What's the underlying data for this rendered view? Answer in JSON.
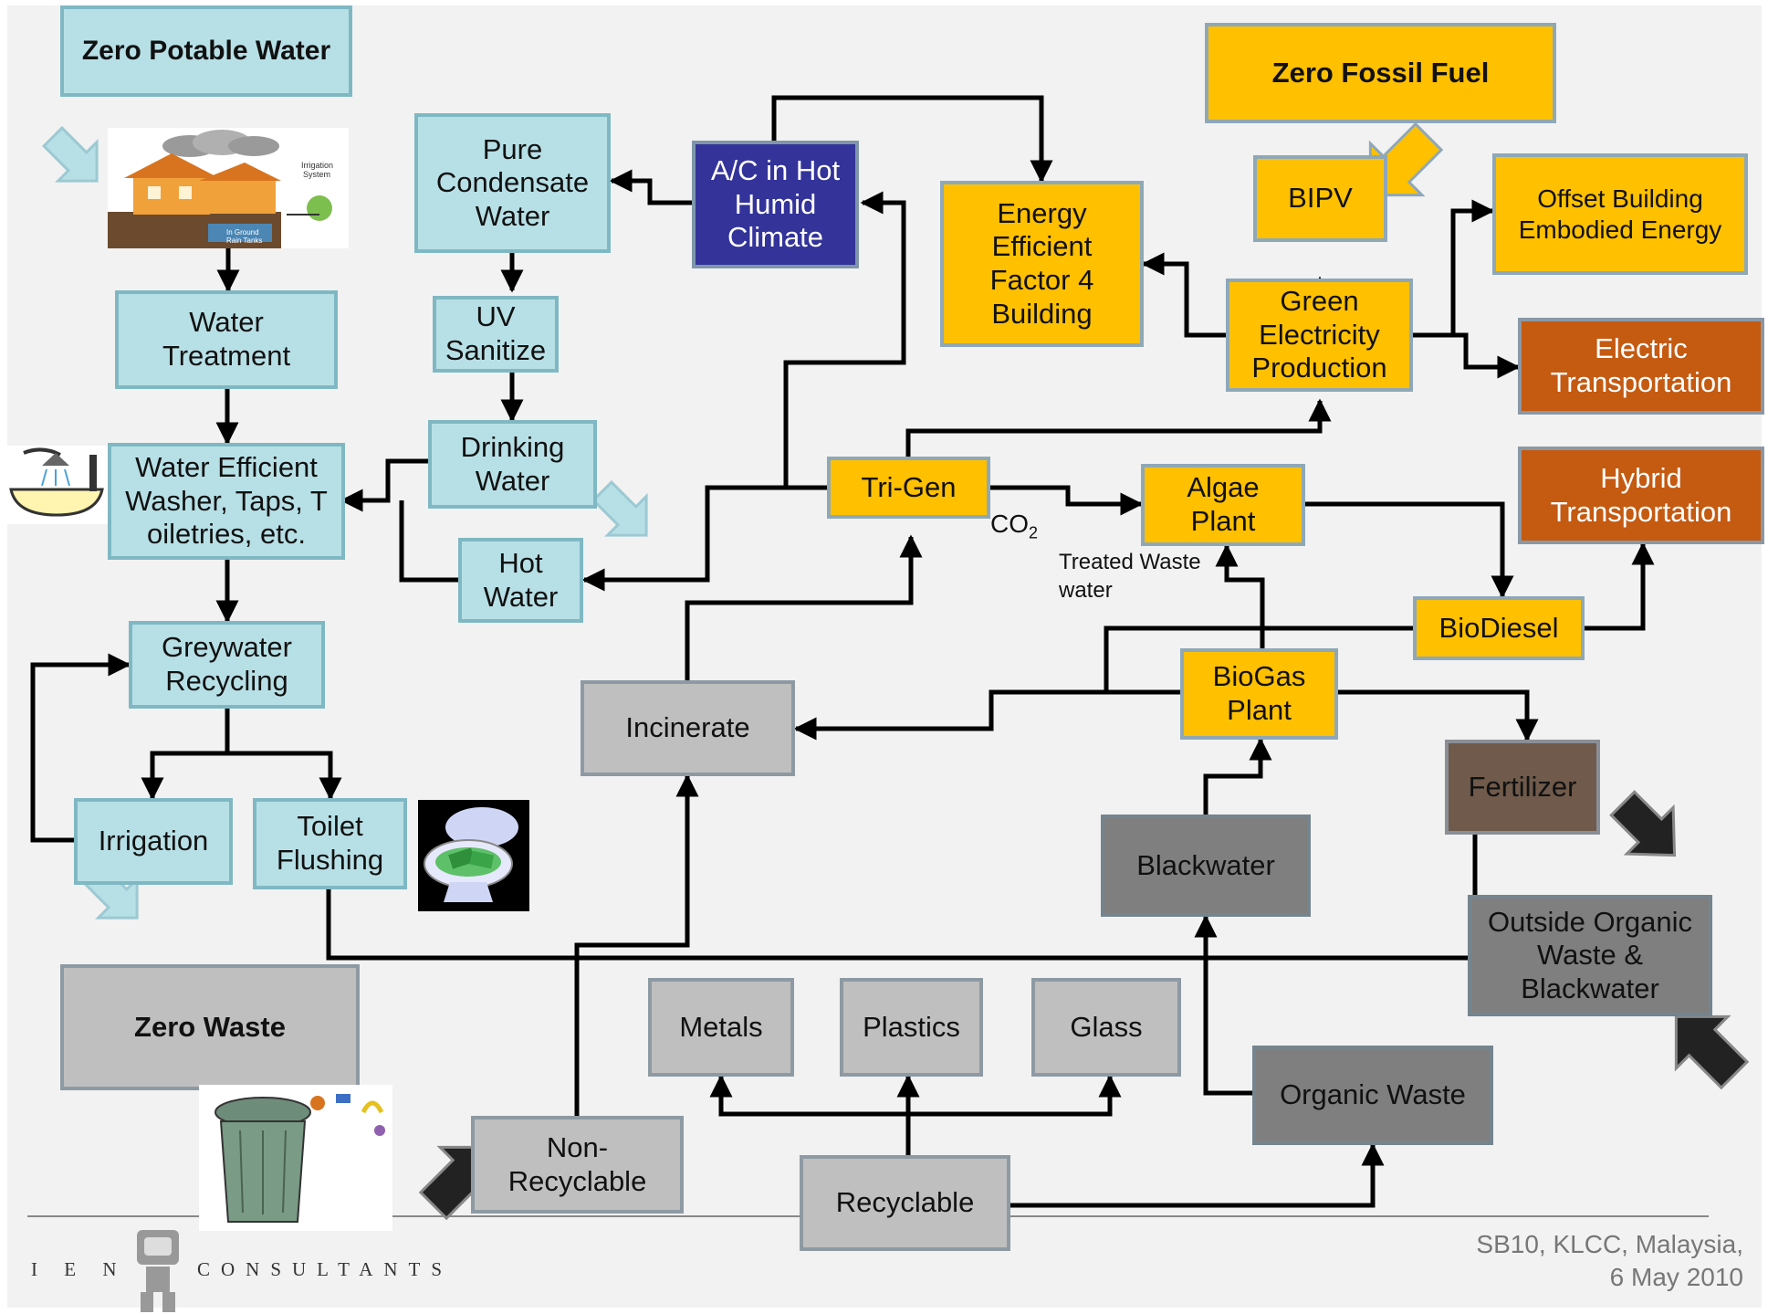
{
  "headers": {
    "zero_potable_water": "Zero Potable Water",
    "zero_fossil_fuel": "Zero Fossil Fuel",
    "zero_waste": "Zero Waste"
  },
  "nodes": {
    "water_treatment": "Water\nTreatment",
    "water_efficient": "Water Efficient\nWasher, Taps, T\noiletries, etc.",
    "greywater_recycling": "Greywater\nRecycling",
    "irrigation": "Irrigation",
    "toilet_flushing": "Toilet\nFlushing",
    "pure_condensate": "Pure\nCondensate\nWater",
    "uv_sanitize": "UV\nSanitize",
    "drinking_water": "Drinking\nWater",
    "hot_water": "Hot\nWater",
    "ac_hot_humid": "A/C in Hot\nHumid\nClimate",
    "energy_efficient": "Energy\nEfficient\nFactor 4\nBuilding",
    "bipv": "BIPV",
    "green_electricity": "Green\nElectricity\nProduction",
    "offset_building": "Offset Building\nEmbodied Energy",
    "electric_transportation": "Electric\nTransportation",
    "hybrid_transportation": "Hybrid\nTransportation",
    "tri_gen": "Tri-Gen",
    "algae_plant": "Algae\nPlant",
    "biodiesel": "BioDiesel",
    "biogas_plant": "BioGas\nPlant",
    "fertilizer": "Fertilizer",
    "incinerate": "Incinerate",
    "blackwater": "Blackwater",
    "outside_organic": "Outside Organic\nWaste &\nBlackwater",
    "metals": "Metals",
    "plastics": "Plastics",
    "glass": "Glass",
    "organic_waste": "Organic Waste",
    "non_recyclable": "Non-\nRecyclable",
    "recyclable": "Recyclable"
  },
  "labels": {
    "co2_main": "CO",
    "co2_sub": "2",
    "treated_waste_water": "Treated Waste\nwater"
  },
  "pictures": {
    "irrigation_system_caption": "Irrigation\nSystem",
    "rain_tanks_caption": "In Ground\nRain Tanks"
  },
  "footer": {
    "event": "SB10, KLCC, Malaysia,\n6 May 2010",
    "logo_left": "I E N",
    "logo_right": "CONSULTANTS"
  },
  "colors": {
    "water": "#b7e0e6",
    "energy": "#ffc000",
    "ac": "#33339a",
    "transport": "#c55a11",
    "waste": "#bfbfbf",
    "waste_dark": "#7f7f7f",
    "fertilizer": "#6f5a4b"
  }
}
